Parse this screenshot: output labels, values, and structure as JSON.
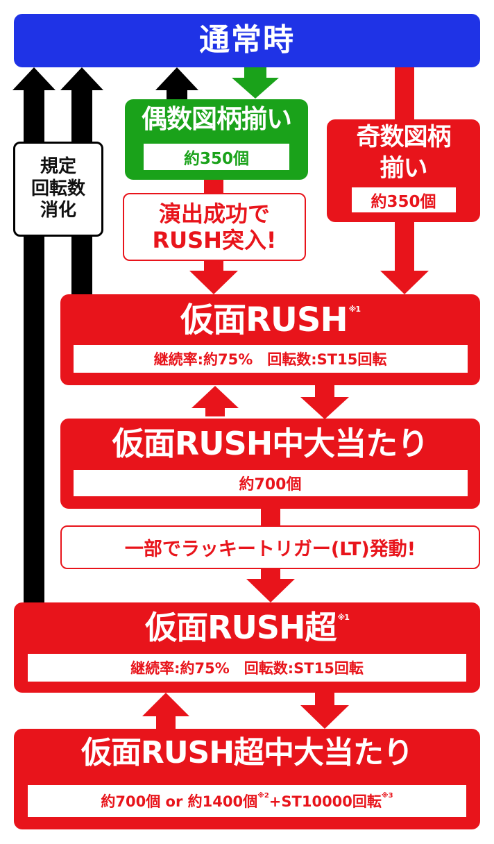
{
  "colors": {
    "red": "#e8141b",
    "green": "#1aa21a",
    "blue": "#1f33e6",
    "black": "#000000"
  },
  "normal": {
    "title": "通常時"
  },
  "even_match": {
    "title": "偶数図柄揃い",
    "value": "約350個"
  },
  "odd_match": {
    "title_line1": "奇数図柄",
    "title_line2": "揃い",
    "value": "約350個"
  },
  "success_callout": {
    "line1": "演出成功で",
    "line2": "RUSH突入!"
  },
  "spin_limit_callout": {
    "line1": "規定",
    "line2": "回転数",
    "line3": "消化"
  },
  "kamen_rush": {
    "title": "仮面RUSH",
    "note": "※1",
    "stats": "継続率:約75%　回転数:ST15回転"
  },
  "kamen_rush_jackpot": {
    "title": "仮面RUSH中大当たり",
    "value": "約700個"
  },
  "lt_callout": {
    "text": "一部でラッキートリガー(LT)発動!"
  },
  "kamen_rush_super": {
    "title": "仮面RUSH超",
    "note": "※1",
    "stats": "継続率:約75%　回転数:ST15回転"
  },
  "kamen_rush_super_jackpot": {
    "title": "仮面RUSH超中大当たり",
    "value_part1": "約700個 or 約1400個",
    "note2": "※2",
    "value_part2": "+ST10000回転",
    "note3": "※3"
  }
}
